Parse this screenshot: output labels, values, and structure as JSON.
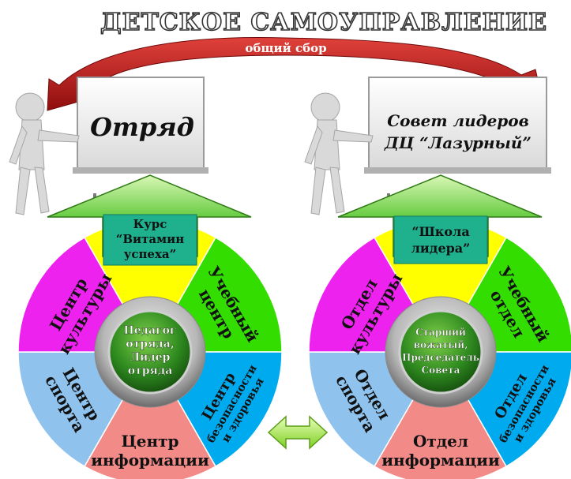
{
  "title": "ДЕТСКОЕ САМОУПРАВЛЕНИЕ",
  "banner": "общий сбор",
  "left": {
    "board": [
      "Отряд"
    ],
    "arrow_box": [
      "Курс",
      "“Витамин",
      "успеха”"
    ],
    "center": [
      "Педагог",
      "отряда,",
      "Лидер",
      "отряда"
    ],
    "segments": {
      "culture": [
        "Центр",
        "культуры"
      ],
      "study": [
        "Учебный",
        "центр"
      ],
      "sport": [
        "Центр",
        "спорта"
      ],
      "info": [
        "Центр",
        "информации"
      ],
      "safety": [
        "Центр",
        "безопасности",
        "и здоровья"
      ]
    }
  },
  "right": {
    "board": [
      "Совет лидеров",
      "ДЦ “Лазурный”"
    ],
    "arrow_box": [
      "“Школа",
      "лидера”"
    ],
    "center": [
      "Старший",
      "вожатый,",
      "Председатель",
      "Совета"
    ],
    "segments": {
      "culture": [
        "Отдел",
        "культуры"
      ],
      "study": [
        "Учебный",
        "отдел"
      ],
      "sport": [
        "Отдел",
        "спорта"
      ],
      "info": [
        "Отдел",
        "информации"
      ],
      "safety": [
        "Отдел",
        "безопасности",
        "и здоровья"
      ]
    }
  },
  "colors": {
    "top": "#ffff00",
    "culture": "#ee22ee",
    "study": "#33dd00",
    "sport": "#8fc3ee",
    "info": "#f28a88",
    "safety": "#00aaee",
    "banner": "#c21a1a",
    "arrow": "#5fc93a",
    "arrow_box": "#1fb08e",
    "center": "#2e7d1f"
  }
}
